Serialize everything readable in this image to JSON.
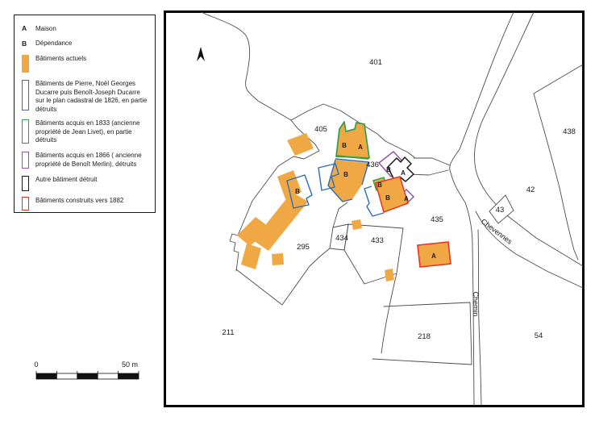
{
  "legend": {
    "letter_keys": [
      {
        "symbol": "A",
        "label": "Maison"
      },
      {
        "symbol": "B",
        "label": "Dépendance"
      }
    ],
    "items": [
      {
        "label": "Bâtiments actuels",
        "swatch": "filled",
        "color": "#F0A845"
      },
      {
        "label": "Bâtiments de Pierre, Noël Georges Ducarre puis Benoît-Joseph Ducarre sur le plan cadastral de 1826, en partie détruits",
        "swatch": "outline",
        "color": "#2E6DB4"
      },
      {
        "label": "Bâtiments acquis en 1833 (ancienne propriété de Jean Livet), en partie détruits",
        "swatch": "outline",
        "color": "#2FA148"
      },
      {
        "label": "Bâtiments acquis en 1866 ( ancienne propriété de Benoît Merlin), détruits",
        "swatch": "outline",
        "color": "#8E55A8"
      },
      {
        "label": "Autre bâtiment détruit",
        "swatch": "outline",
        "color": "#1A1A1A"
      },
      {
        "label": "Bâtiments construits vers 1882",
        "swatch": "outline",
        "color": "#E83323"
      }
    ]
  },
  "scale_bar": {
    "start_label": "0",
    "end_label": "50 m"
  },
  "map": {
    "parcel_labels": [
      "401",
      "405",
      "436",
      "438",
      "42",
      "43",
      "435",
      "434",
      "433",
      "295",
      "211",
      "218",
      "54"
    ],
    "road_labels": [
      "Chevennes",
      "Chemin"
    ],
    "building_labels": [
      "B",
      "A",
      "B",
      "B",
      "B",
      "B",
      "A",
      "B",
      "A",
      "A"
    ]
  },
  "colors": {
    "current_building_fill": "#F0A845",
    "plan_1826_outline": "#2E6DB4",
    "acquired_1833_outline": "#2FA148",
    "acquired_1866_outline": "#8E55A8",
    "other_destroyed_outline": "#1A1A1A",
    "built_1882_outline": "#E83323",
    "parcel_line": "#4D4D4D",
    "map_frame": "#000000"
  }
}
